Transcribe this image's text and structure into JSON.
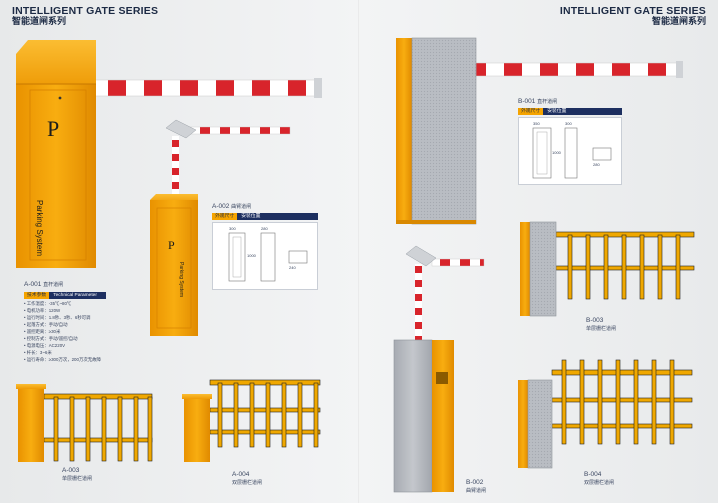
{
  "header_left": {
    "en": "INTELLIGENT GATE SERIES",
    "cn": "智能道闸系列"
  },
  "header_right": {
    "en": "INTELLIGENT GATE SERIES",
    "cn": "智能道闸系列"
  },
  "cabinet_text": {
    "letter": "P",
    "brand": "Parking System"
  },
  "products": {
    "a001": {
      "code": "A-001",
      "name": "直杆道闸"
    },
    "a002": {
      "code": "A-002",
      "name": "曲臂道闸",
      "tag_left": "外观尺寸",
      "tag_right": "安装位置"
    },
    "a003": {
      "code": "A-003",
      "name": "单层栅栏道闸"
    },
    "a004": {
      "code": "A-004",
      "name": "双层栅栏道闸"
    },
    "b001": {
      "code": "B-001",
      "name": "直杆道闸",
      "tag_left": "外观尺寸",
      "tag_right": "安装位置"
    },
    "b002": {
      "code": "B-002",
      "name": "曲臂道闸"
    },
    "b003": {
      "code": "B-003",
      "name": "单层栅栏道闸"
    },
    "b004": {
      "code": "B-004",
      "name": "双层栅栏道闸"
    }
  },
  "tech": {
    "tag_left": "技术参数",
    "tag_right": "Technical Parameter",
    "rows": [
      "• 工作温度：-35℃~80℃",
      "• 电机功率：120W",
      "• 运行时间：1.8秒、3秒、6秒可调",
      "• 起落方式：手动/自动",
      "• 遥控距离：≥30米",
      "• 控制方式：手动/遥控/自动",
      "• 电源电压：AC220V",
      "• 杆长：3~6米",
      "• 运行寿命：≥300万次，200万次无故障"
    ]
  },
  "dimensions": {
    "a002": [
      "300",
      "280",
      "1000",
      "240"
    ],
    "b001": [
      "350",
      "300",
      "1000",
      "280"
    ]
  },
  "colors": {
    "orange": "#f5a400",
    "navy": "#1d2f60",
    "grey_panel": "#b8bcc2",
    "stripe_red": "#d8242b"
  }
}
